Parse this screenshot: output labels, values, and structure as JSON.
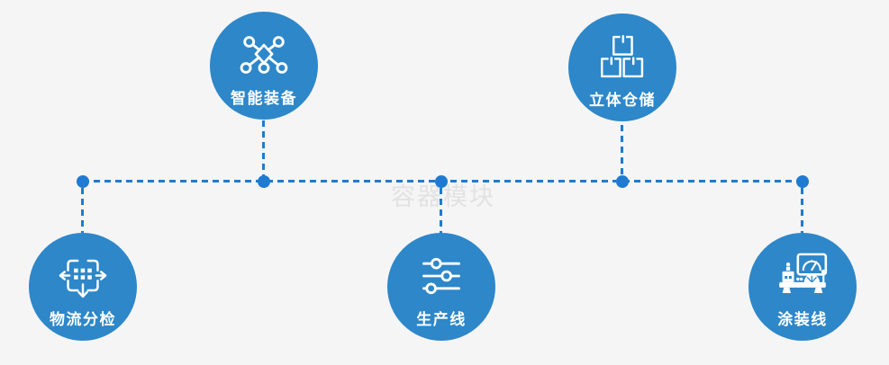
{
  "watermark": "容器模块",
  "colors": {
    "background": "#f5f5f6",
    "node_fill": "#2d87c9",
    "connector": "#1e7bd1",
    "icon": "#ffffff",
    "label": "#ffffff",
    "watermark": "#e2e2e2"
  },
  "nodes": [
    {
      "label": "智能装备",
      "icon": "network-nodes-icon",
      "position": "top-left"
    },
    {
      "label": "立体仓储",
      "icon": "stacked-boxes-icon",
      "position": "top-right"
    },
    {
      "label": "物流分检",
      "icon": "sort-distribute-icon",
      "position": "bottom-left"
    },
    {
      "label": "生产线",
      "icon": "sliders-icon",
      "position": "bottom-center"
    },
    {
      "label": "涂装线",
      "icon": "control-station-icon",
      "position": "bottom-right"
    }
  ]
}
